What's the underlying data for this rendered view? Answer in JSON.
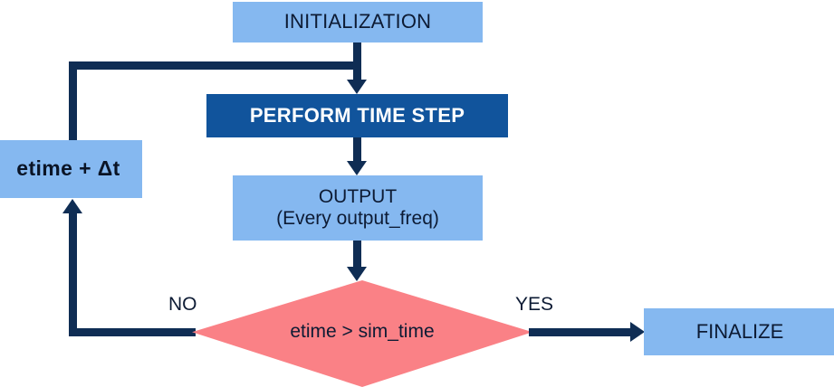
{
  "diagram": {
    "title": "Simulation time-stepping flowchart",
    "colors": {
      "node_light": "#85b8f0",
      "node_dark": "#11549c",
      "decision": "#fa8186",
      "edge": "#0f2d54",
      "text_dark": "#0d1b34",
      "text_light": "#ffffff",
      "background": "#ffffff"
    },
    "nodes": {
      "initialization": {
        "label": "INITIALIZATION",
        "shape": "rectangle"
      },
      "perform_time_step": {
        "label": "PERFORM TIME STEP",
        "shape": "rectangle"
      },
      "output": {
        "label": "OUTPUT\n(Every output_freq)",
        "shape": "rectangle"
      },
      "etime_increment": {
        "label": "etime + Δt",
        "shape": "rectangle"
      },
      "decision": {
        "label": "etime > sim_time",
        "shape": "diamond"
      },
      "finalize": {
        "label": "FINALIZE",
        "shape": "rectangle"
      }
    },
    "edges": {
      "no_label": "NO",
      "yes_label": "YES"
    }
  }
}
